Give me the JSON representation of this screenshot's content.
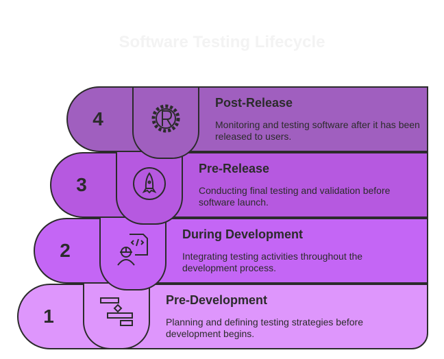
{
  "title": "Software Testing Lifecycle",
  "colors": {
    "stage1": "#de96fc",
    "stage2": "#c466f5",
    "stage3": "#b659e0",
    "stage4": "#a05fbf",
    "outline": "#2b2b2b"
  },
  "stages": [
    {
      "number": "1",
      "title": "Pre-Development",
      "description": "Planning and defining testing strategies before development begins.",
      "icon": "gantt-chart-icon"
    },
    {
      "number": "2",
      "title": "During Development",
      "description": "Integrating testing activities throughout the development process.",
      "icon": "developer-code-icon"
    },
    {
      "number": "3",
      "title": "Pre-Release",
      "description": "Conducting final testing and validation before software launch.",
      "icon": "rocket-icon"
    },
    {
      "number": "4",
      "title": "Post-Release",
      "description": "Monitoring and testing software after it has been released to users.",
      "icon": "rust-gear-icon"
    }
  ]
}
